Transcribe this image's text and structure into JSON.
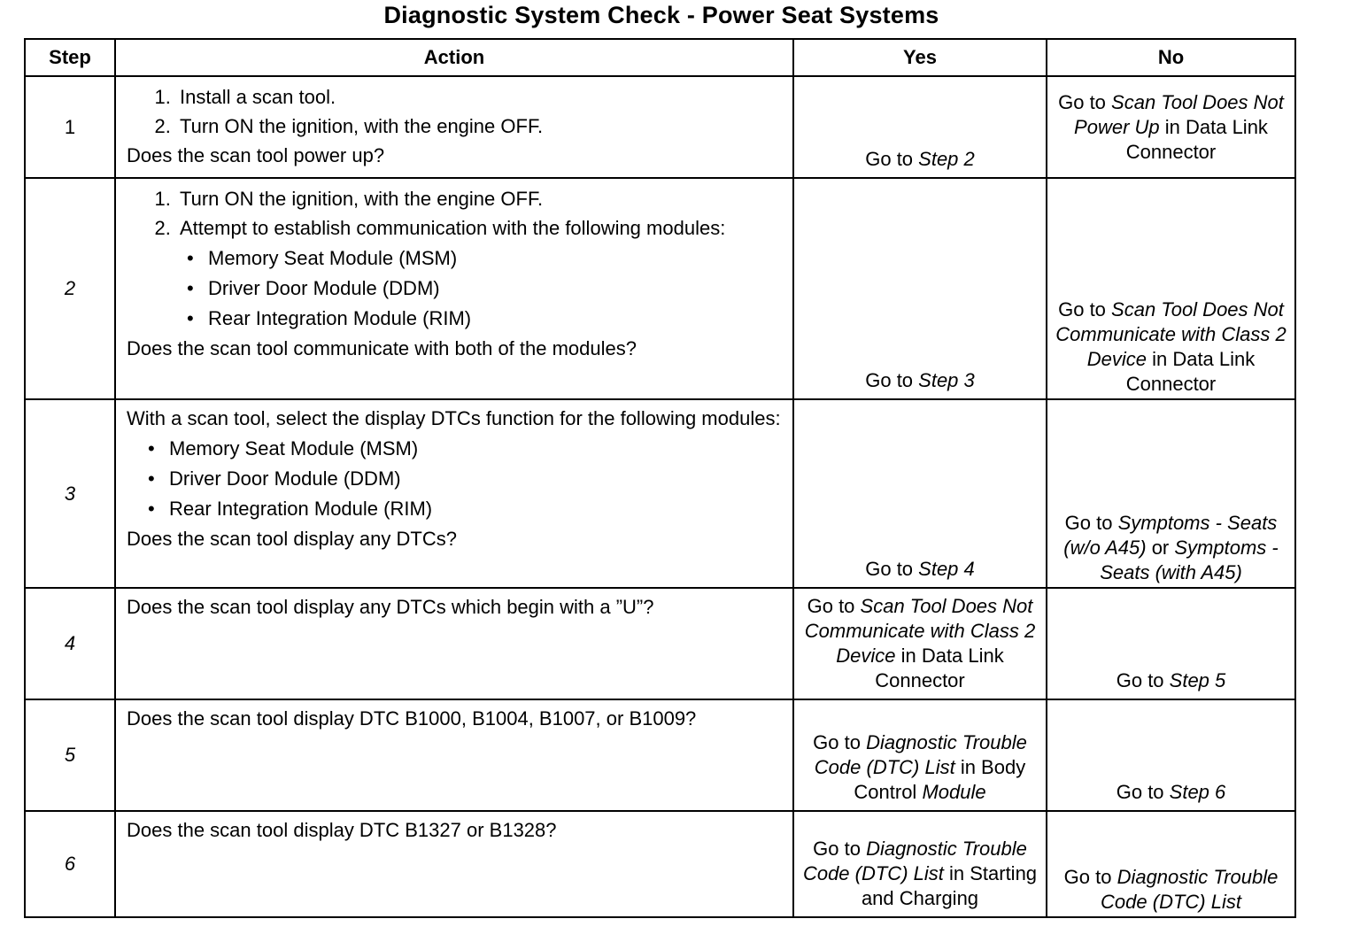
{
  "title": "Diagnostic System Check - Power Seat Systems",
  "headers": {
    "step": "Step",
    "action": "Action",
    "yes": "Yes",
    "no": "No"
  },
  "rows": [
    {
      "step": "1",
      "action": {
        "numbered": [
          "Install a scan tool.",
          "Turn ON the ignition, with the engine OFF."
        ],
        "question": "Does the scan tool power up?"
      },
      "yes": {
        "pre": "Go to ",
        "ref": "Step 2",
        "post": ""
      },
      "no": {
        "pre": "Go to ",
        "ref": "Scan Tool Does Not Power Up",
        "post": " in Data Link Connector"
      }
    },
    {
      "step": "2",
      "action": {
        "numbered": [
          "Turn ON the ignition, with the engine OFF.",
          "Attempt to establish communication with the following modules:"
        ],
        "bullets": [
          "Memory Seat Module (MSM)",
          "Driver Door Module (DDM)",
          "Rear Integration Module (RIM)"
        ],
        "question": "Does the scan tool communicate with both of the modules?"
      },
      "yes": {
        "pre": "Go to ",
        "ref": "Step 3",
        "post": ""
      },
      "no": {
        "pre": "Go to ",
        "ref": "Scan Tool Does Not Communicate with Class 2 Device",
        "post": " in Data Link Connector"
      }
    },
    {
      "step": "3",
      "action": {
        "intro": "With a scan tool, select the display DTCs function for the following modules:",
        "bullets": [
          "Memory Seat Module (MSM)",
          "Driver Door Module (DDM)",
          "Rear Integration Module (RIM)"
        ],
        "question": "Does the scan tool display any DTCs?"
      },
      "yes": {
        "pre": "Go to ",
        "ref": "Step 4",
        "post": ""
      },
      "no": {
        "pre": "Go to ",
        "ref": "Symptoms - Seats (w/o A45)",
        "mid": " or ",
        "ref2": "Symptoms - Seats (with A45)"
      }
    },
    {
      "step": "4",
      "action": {
        "question": "Does the scan tool display any DTCs which begin with a ”U”?"
      },
      "yes": {
        "pre": "Go to ",
        "ref": "Scan Tool Does Not Communicate with Class 2 Device",
        "post": " in Data Link Connector"
      },
      "no": {
        "pre": "Go to ",
        "ref": "Step 5",
        "post": ""
      }
    },
    {
      "step": "5",
      "action": {
        "question": "Does the scan tool display DTC B1000, B1004, B1007, or B1009?"
      },
      "yes": {
        "pre": "Go to ",
        "ref": "Diagnostic Trouble Code (DTC) List",
        "post": " in Body Control ",
        "ref2": "Module"
      },
      "no": {
        "pre": "Go to ",
        "ref": "Step 6",
        "post": ""
      }
    },
    {
      "step": "6",
      "action": {
        "question": "Does the scan tool display DTC B1327 or B1328?"
      },
      "yes": {
        "pre": "Go to ",
        "ref": "Diagnostic Trouble Code (DTC) List",
        "post": " in Starting and Charging"
      },
      "no": {
        "pre": "Go to ",
        "ref": "Diagnostic Trouble Code (DTC) List",
        "post": ""
      }
    }
  ]
}
